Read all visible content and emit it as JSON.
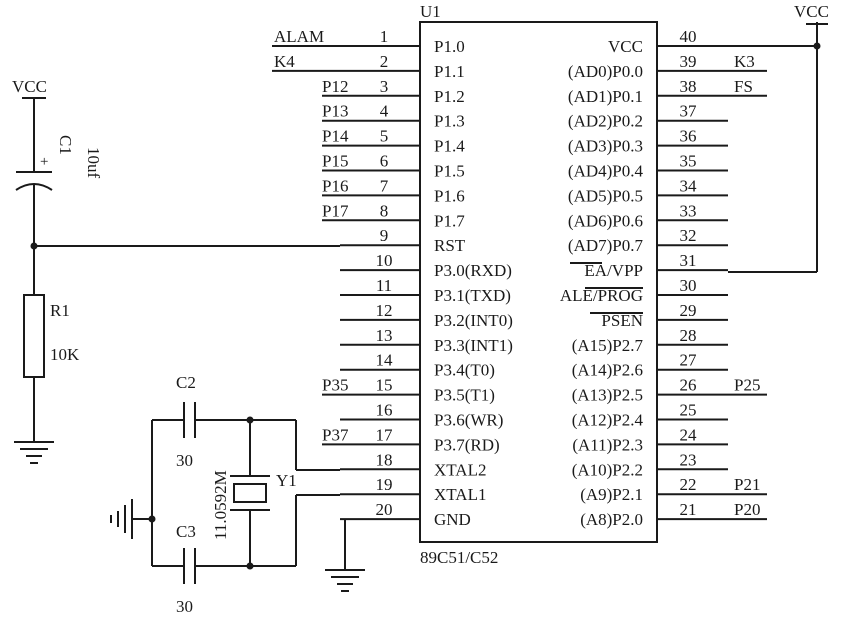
{
  "chip": {
    "ref": "U1",
    "part": "89C51/C52",
    "left_pins": [
      {
        "num": "1",
        "name": "P1.0",
        "net": "ALAM"
      },
      {
        "num": "2",
        "name": "P1.1",
        "net": "K4"
      },
      {
        "num": "3",
        "name": "P1.2",
        "net": "P12"
      },
      {
        "num": "4",
        "name": "P1.3",
        "net": "P13"
      },
      {
        "num": "5",
        "name": "P1.4",
        "net": "P14"
      },
      {
        "num": "6",
        "name": "P1.5",
        "net": "P15"
      },
      {
        "num": "7",
        "name": "P1.6",
        "net": "P16"
      },
      {
        "num": "8",
        "name": "P1.7",
        "net": "P17"
      },
      {
        "num": "9",
        "name": "RST",
        "net": ""
      },
      {
        "num": "10",
        "name": "P3.0(RXD)",
        "net": ""
      },
      {
        "num": "11",
        "name": "P3.1(TXD)",
        "net": ""
      },
      {
        "num": "12",
        "name": "P3.2(INT0)",
        "net": ""
      },
      {
        "num": "13",
        "name": "P3.3(INT1)",
        "net": ""
      },
      {
        "num": "14",
        "name": "P3.4(T0)",
        "net": ""
      },
      {
        "num": "15",
        "name": "P3.5(T1)",
        "net": "P35"
      },
      {
        "num": "16",
        "name": "P3.6(WR)",
        "net": ""
      },
      {
        "num": "17",
        "name": "P3.7(RD)",
        "net": "P37"
      },
      {
        "num": "18",
        "name": "XTAL2",
        "net": ""
      },
      {
        "num": "19",
        "name": "XTAL1",
        "net": ""
      },
      {
        "num": "20",
        "name": "GND",
        "net": ""
      }
    ],
    "right_pins": [
      {
        "num": "40",
        "name": "VCC",
        "net": ""
      },
      {
        "num": "39",
        "name": "(AD0)P0.0",
        "net": "K3"
      },
      {
        "num": "38",
        "name": "(AD1)P0.1",
        "net": "FS"
      },
      {
        "num": "37",
        "name": "(AD2)P0.2",
        "net": ""
      },
      {
        "num": "36",
        "name": "(AD3)P0.3",
        "net": ""
      },
      {
        "num": "35",
        "name": "(AD4)P0.4",
        "net": ""
      },
      {
        "num": "34",
        "name": "(AD5)P0.5",
        "net": ""
      },
      {
        "num": "33",
        "name": "(AD6)P0.6",
        "net": ""
      },
      {
        "num": "32",
        "name": "(AD7)P0.7",
        "net": ""
      },
      {
        "num": "31",
        "name": "EA/VPP",
        "net": ""
      },
      {
        "num": "30",
        "name": "ALE/PROG",
        "net": ""
      },
      {
        "num": "29",
        "name": "PSEN",
        "net": ""
      },
      {
        "num": "28",
        "name": "(A15)P2.7",
        "net": ""
      },
      {
        "num": "27",
        "name": "(A14)P2.6",
        "net": ""
      },
      {
        "num": "26",
        "name": "(A13)P2.5",
        "net": "P25"
      },
      {
        "num": "25",
        "name": "(A12)P2.4",
        "net": ""
      },
      {
        "num": "24",
        "name": "(A11)P2.3",
        "net": ""
      },
      {
        "num": "23",
        "name": "(A10)P2.2",
        "net": ""
      },
      {
        "num": "22",
        "name": "(A9)P2.1",
        "net": "P21"
      },
      {
        "num": "21",
        "name": "(A8)P2.0",
        "net": "P20"
      }
    ]
  },
  "power": {
    "vcc_left": "VCC",
    "vcc_right": "VCC"
  },
  "c1": {
    "ref": "C1",
    "value": "10uf",
    "plus": "+"
  },
  "r1": {
    "ref": "R1",
    "value": "10K"
  },
  "c2": {
    "ref": "C2",
    "value": "30"
  },
  "c3": {
    "ref": "C3",
    "value": "30"
  },
  "y1": {
    "ref": "Y1",
    "value": "11.0592M"
  }
}
